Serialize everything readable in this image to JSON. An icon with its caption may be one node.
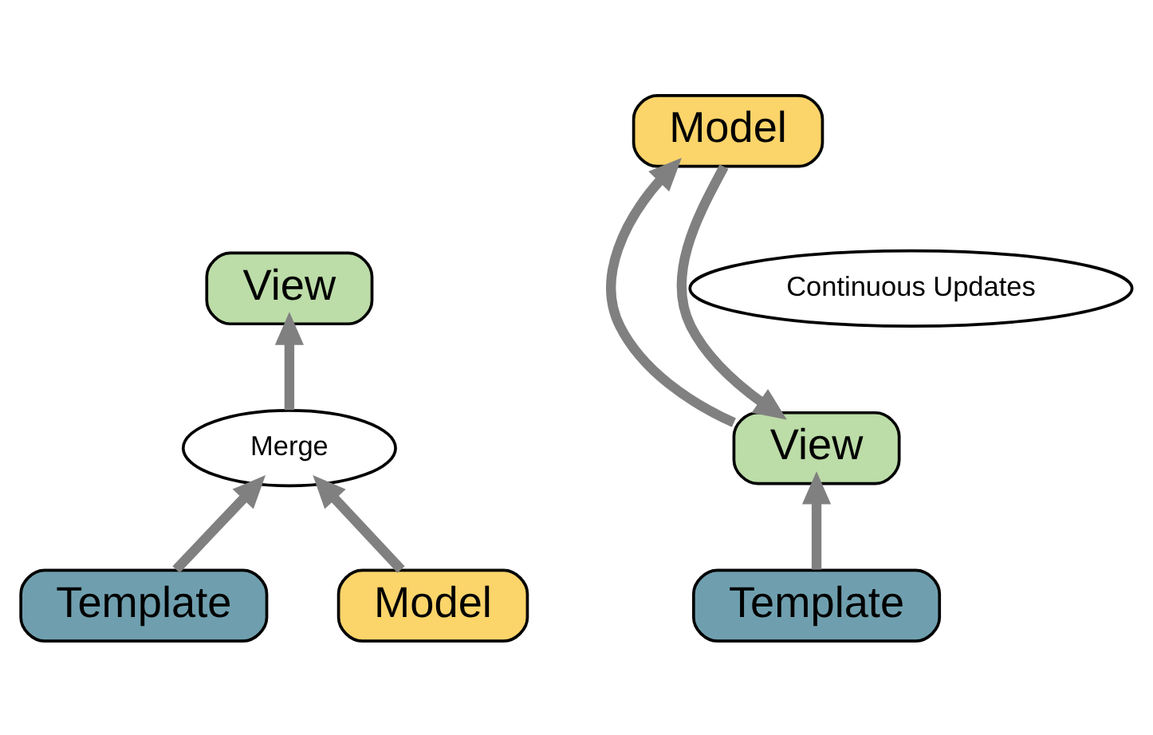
{
  "diagram": {
    "nodes": [
      {
        "text": [
          "View"
        ]
      },
      {
        "text": [
          "Merge"
        ]
      },
      {
        "text": [
          "Template"
        ]
      },
      {
        "text": [
          "Model"
        ]
      },
      {
        "text": [
          "Model"
        ]
      },
      {
        "text": [
          "Continuous Updates"
        ]
      },
      {
        "text": [
          "View"
        ]
      },
      {
        "text": [
          "Template"
        ]
      }
    ],
    "edges": [
      {
        "from": 1,
        "to": 0,
        "arrow": "to"
      },
      {
        "from": 2,
        "to": 1,
        "arrow": "to"
      },
      {
        "from": 3,
        "to": 1,
        "arrow": "to"
      },
      {
        "from": 4,
        "to": 6,
        "arrow": "to"
      },
      {
        "from": 6,
        "to": 4,
        "arrow": "to"
      },
      {
        "from": 7,
        "to": 6,
        "arrow": "to"
      }
    ]
  }
}
